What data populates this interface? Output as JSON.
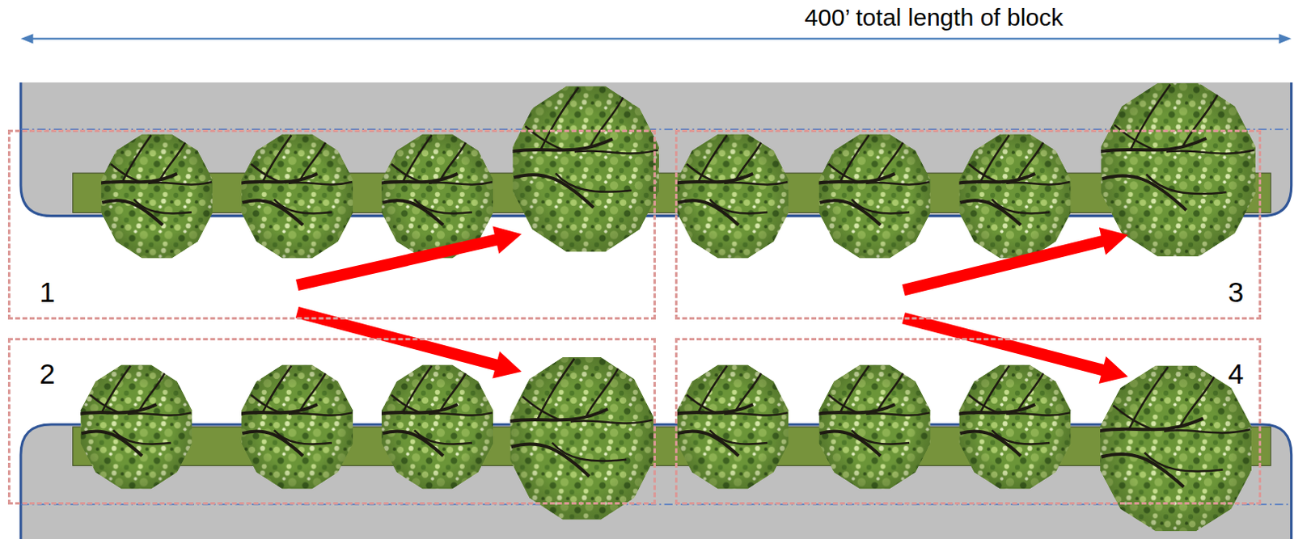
{
  "diagram": {
    "nodes": [
      {
        "text": [
          "1"
        ]
      },
      {
        "text": [
          "3"
        ]
      },
      {
        "text": [
          "2"
        ]
      },
      {
        "text": [
          "4"
        ]
      }
    ],
    "labels": [
      "400’ total length of block"
    ]
  }
}
